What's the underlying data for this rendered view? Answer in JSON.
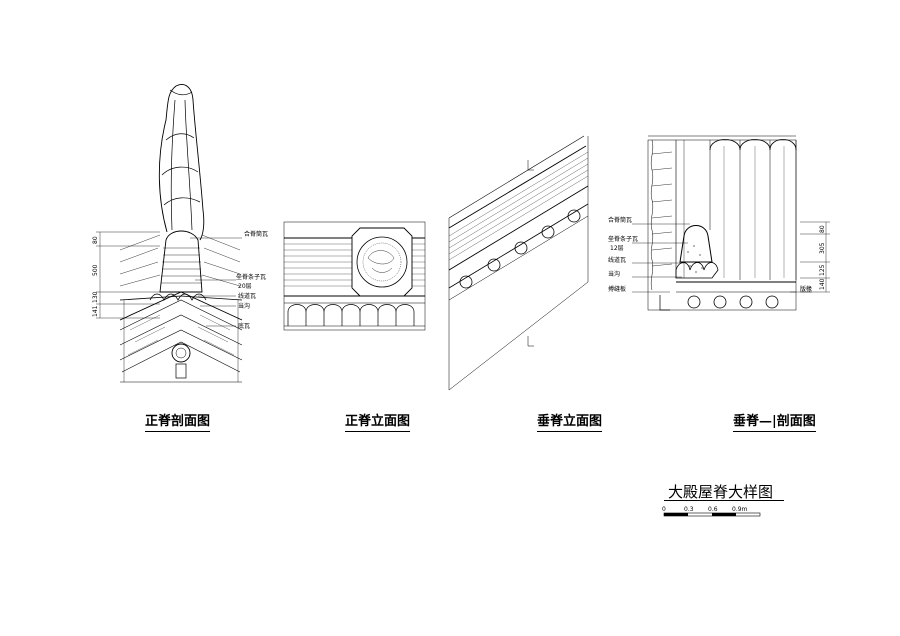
{
  "drawing_title": "大殿屋脊大样图",
  "scale_bar": {
    "ticks": [
      "0",
      "0.3",
      "0.6",
      "0.9m"
    ]
  },
  "views": [
    {
      "caption": "正脊剖面图"
    },
    {
      "caption": "正脊立面图"
    },
    {
      "caption": "垂脊立面图"
    },
    {
      "caption": "垂脊—|剖面图"
    }
  ],
  "ridge_section": {
    "labels": [
      "合脊筒瓦",
      "垒脊条子瓦",
      "20层",
      "线道瓦",
      "当沟",
      "底瓦"
    ],
    "dimensions": [
      "80",
      "500",
      "130",
      "141"
    ]
  },
  "hip_section": {
    "labels": [
      "合脊筒瓦",
      "垒脊条子瓦",
      "12层",
      "线道瓦",
      "当沟",
      "搏缝板",
      "版椽"
    ],
    "dimensions": [
      "80",
      "305",
      "125",
      "140"
    ]
  }
}
